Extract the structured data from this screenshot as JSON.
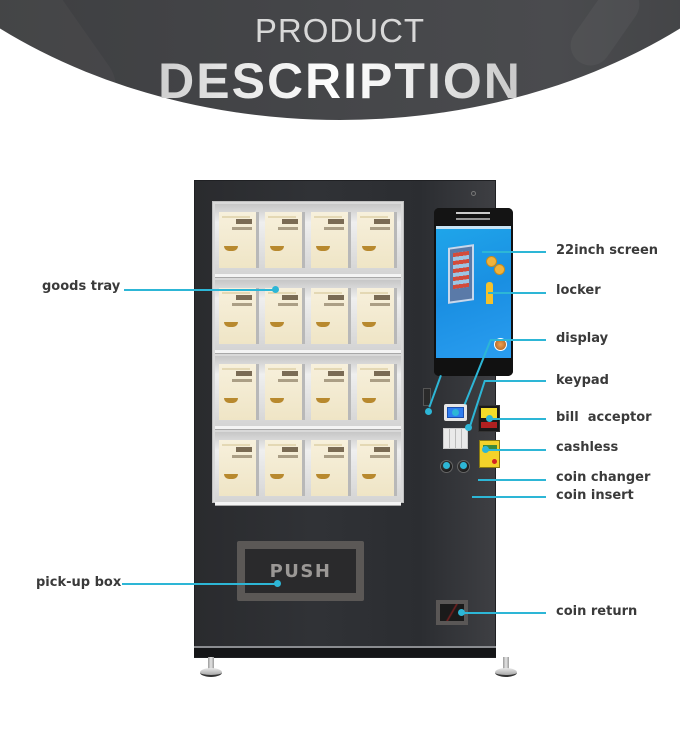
{
  "header": {
    "title_line1": "PRODUCT",
    "title_line2": "DESCRIPTION"
  },
  "machine": {
    "window": {
      "shelves": 4,
      "products_per_shelf": 4
    },
    "pickup_box": {
      "label": "PUSH"
    }
  },
  "callouts": {
    "left": [
      {
        "id": "goods-tray",
        "label": "goods tray"
      },
      {
        "id": "pick-up-box",
        "label": "pick-up box"
      }
    ],
    "right": [
      {
        "id": "screen",
        "label": "22inch screen"
      },
      {
        "id": "locker",
        "label": "locker"
      },
      {
        "id": "display",
        "label": "display"
      },
      {
        "id": "keypad",
        "label": "keypad"
      },
      {
        "id": "bill-acceptor",
        "label": "bill  acceptor"
      },
      {
        "id": "cashless",
        "label": "cashless"
      },
      {
        "id": "coin-changer",
        "label": "coin changer"
      },
      {
        "id": "coin-insert",
        "label": "coin insert"
      },
      {
        "id": "coin-return",
        "label": "coin return"
      }
    ]
  },
  "colors": {
    "accent_line": "#2db6d6",
    "banner_bg": "#434447",
    "machine_body": "#2e3034",
    "label_text": "#3a3a3a"
  }
}
